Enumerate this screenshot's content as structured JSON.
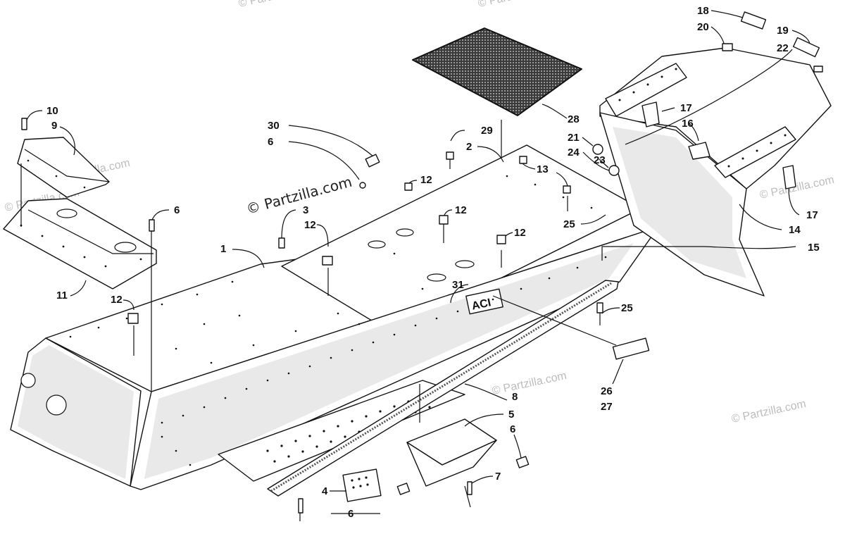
{
  "diagram": {
    "watermark_main": "© Partzilla.com",
    "watermark_faint": "© Partzilla.com",
    "callouts": {
      "c1": "1",
      "c2": "2",
      "c3": "3",
      "c4": "4",
      "c5": "5",
      "c6a": "6",
      "c6b": "6",
      "c6c": "6",
      "c6d": "6",
      "c7": "7",
      "c8": "8",
      "c9": "9",
      "c10": "10",
      "c11": "11",
      "c12a": "12",
      "c12b": "12",
      "c12c": "12",
      "c12d": "12",
      "c12e": "12",
      "c13": "13",
      "c14": "14",
      "c15": "15",
      "c16": "16",
      "c17a": "17",
      "c17b": "17",
      "c18": "18",
      "c19": "19",
      "c20": "20",
      "c21": "21",
      "c22": "22",
      "c23": "23",
      "c24": "24",
      "c25a": "25",
      "c25b": "25",
      "c26": "26",
      "c27": "27",
      "c28": "28",
      "c29": "29",
      "c30": "30",
      "c31": "31"
    }
  }
}
